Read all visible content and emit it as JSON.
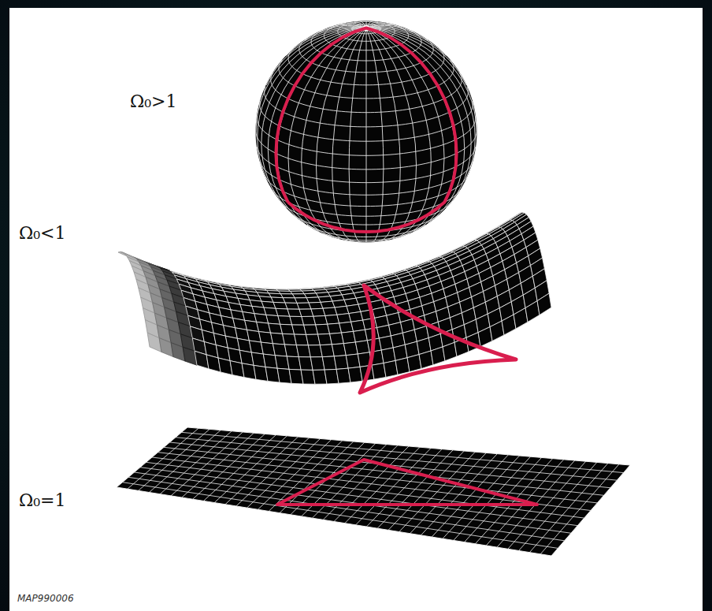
{
  "diagram": {
    "labels": [
      "Ω₀>1",
      "Ω₀<1",
      "Ω₀=1",
      "MAP990006"
    ]
  }
}
